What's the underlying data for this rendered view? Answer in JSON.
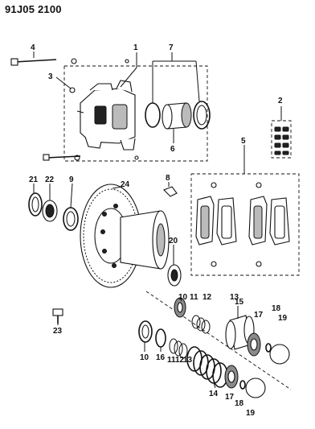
{
  "header": {
    "code": "91J05 2100"
  },
  "callouts": [
    "1",
    "2",
    "3",
    "4",
    "5",
    "6",
    "7",
    "8",
    "9",
    "10",
    "11",
    "12",
    "13",
    "14",
    "15",
    "16",
    "17",
    "18",
    "19",
    "20",
    "21",
    "22",
    "23",
    "24"
  ]
}
